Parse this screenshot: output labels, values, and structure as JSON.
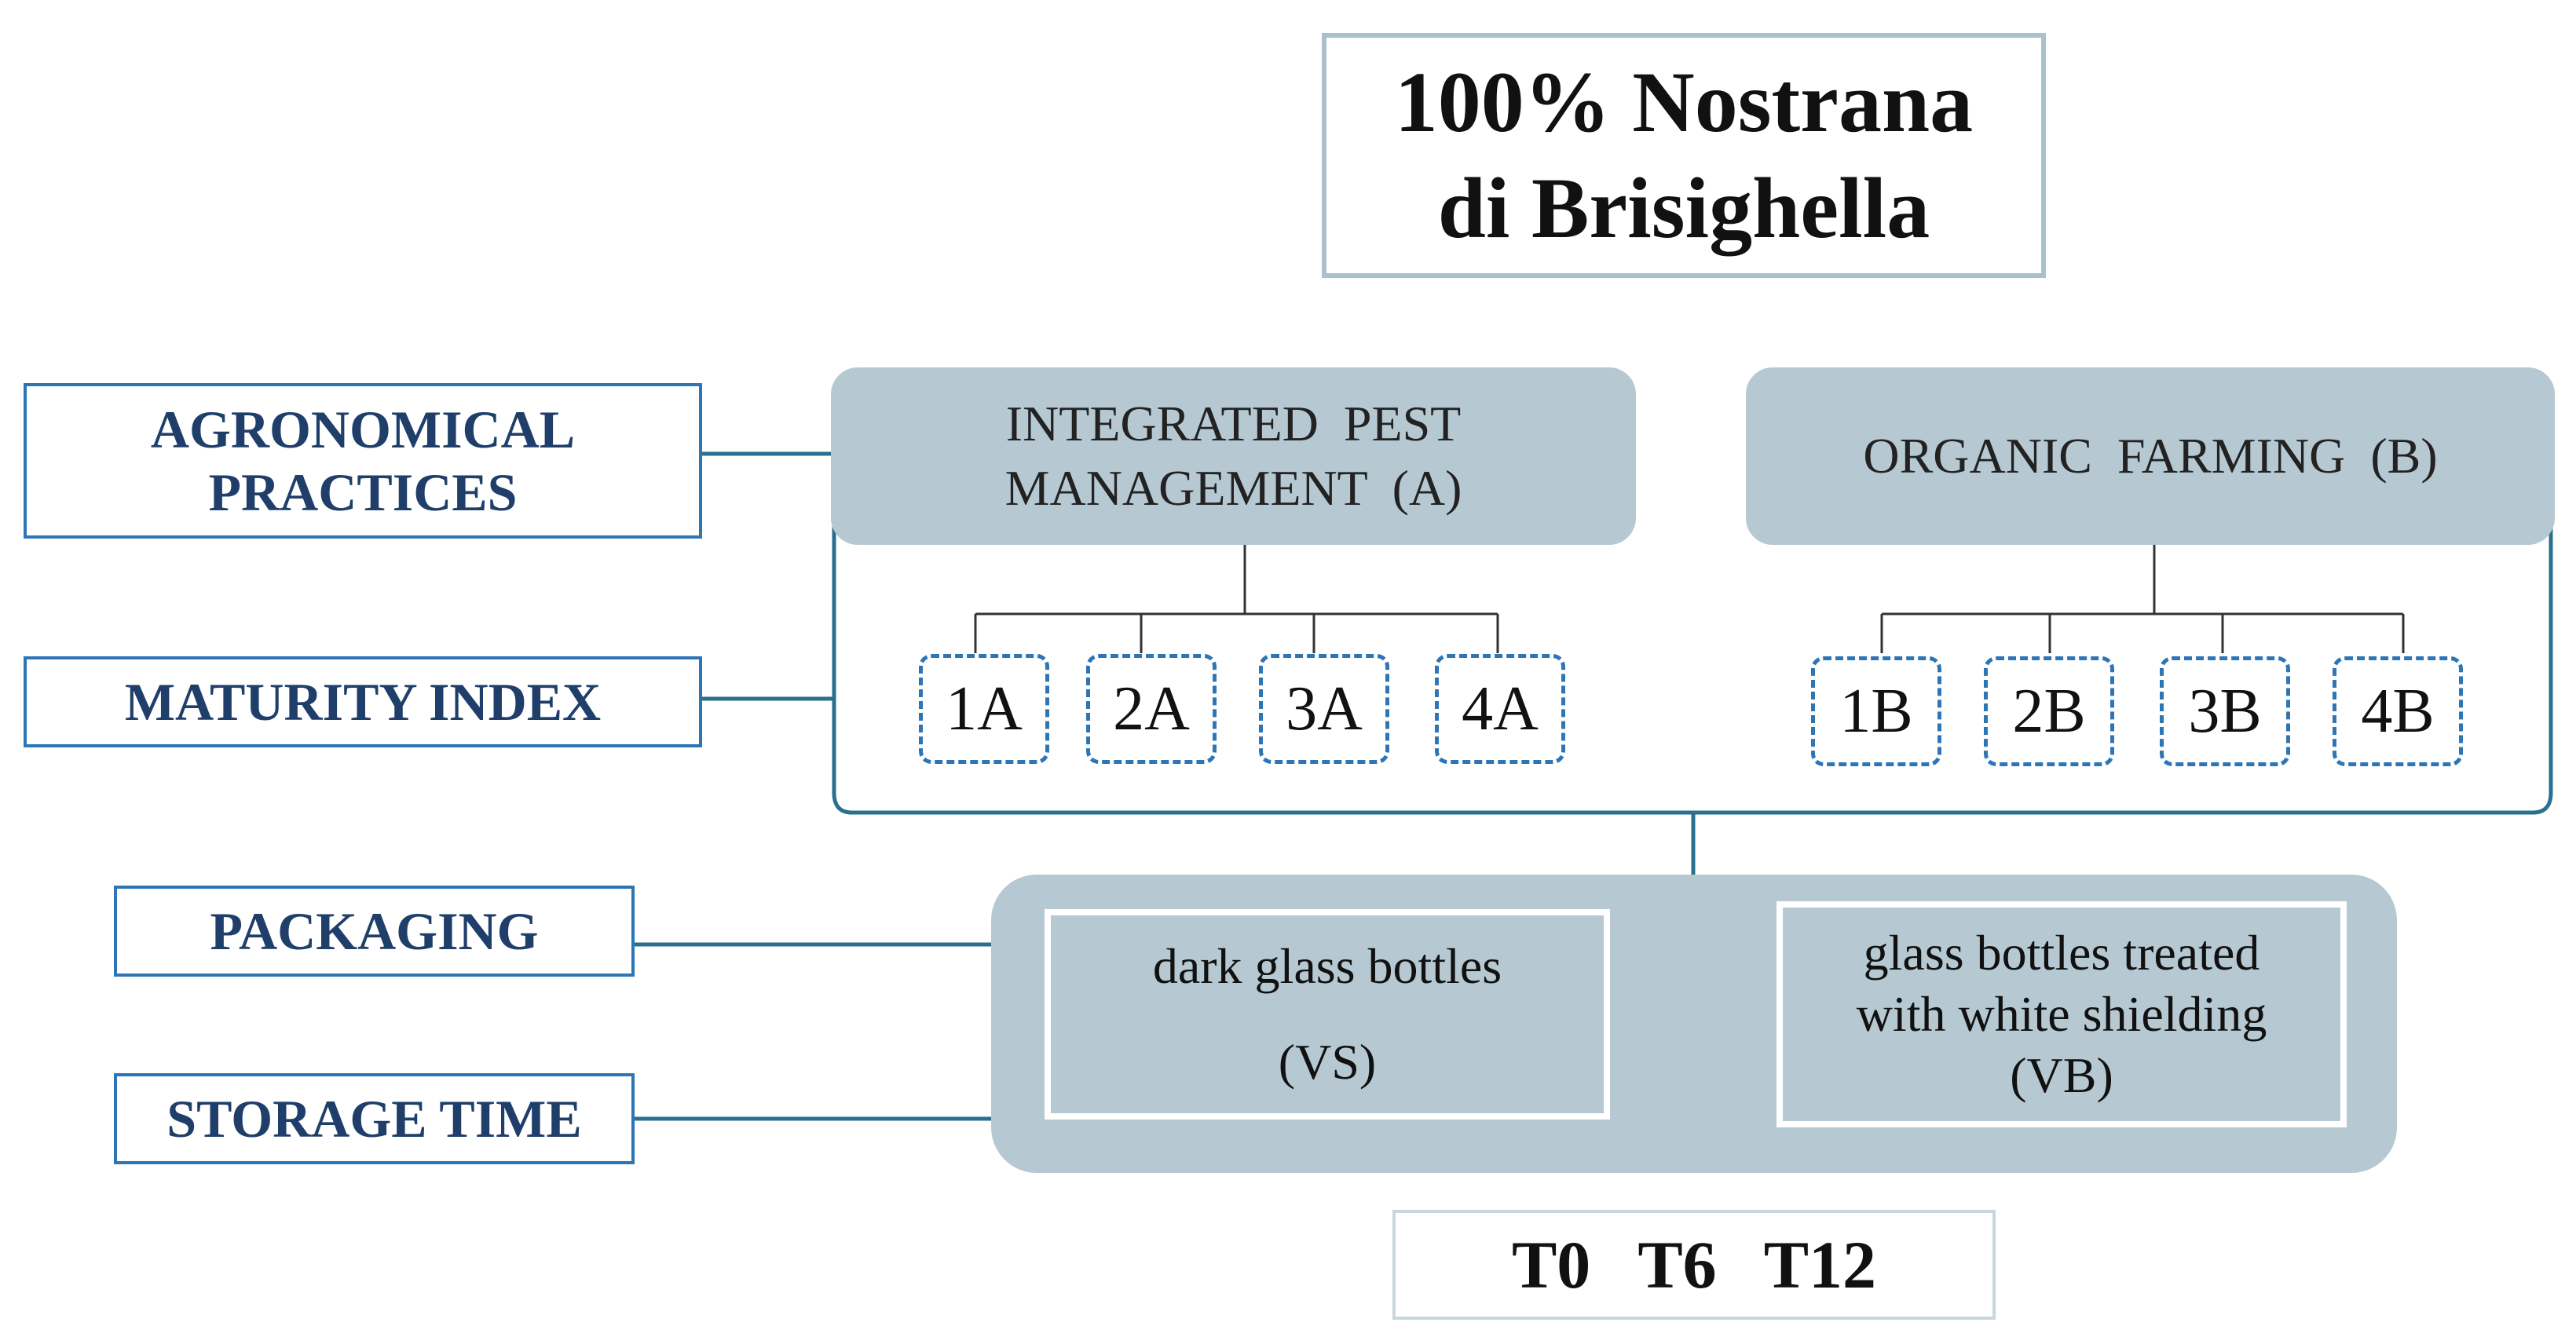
{
  "title": {
    "line1": "100% Nostrana",
    "line2": "di Brisighella"
  },
  "row_labels": {
    "agronomical": [
      "AGRONOMICAL",
      "PRACTICES"
    ],
    "maturity": "MATURITY INDEX",
    "packaging": "PACKAGING",
    "storage": "STORAGE TIME"
  },
  "practices": {
    "a": {
      "line1": "INTEGRATED  PEST",
      "line2": "MANAGEMENT  (A)",
      "samples": [
        "1A",
        "2A",
        "3A",
        "4A"
      ]
    },
    "b": {
      "line1": "ORGANIC  FARMING  (B)",
      "samples": [
        "1B",
        "2B",
        "3B",
        "4B"
      ]
    }
  },
  "packaging_options": {
    "vs": {
      "line1": "dark glass bottles",
      "line2": "(VS)"
    },
    "vb": {
      "line1": "glass bottles treated",
      "line2": "with white shielding",
      "line3": "(VB)"
    }
  },
  "storage_times": [
    "T0",
    "T6",
    "T12"
  ],
  "colors": {
    "category_fill": "#b6c9d3",
    "label_border": "#2e75b6",
    "label_text": "#1f3f6a",
    "connector": "#2a6f8f",
    "tree_line": "#333333"
  }
}
